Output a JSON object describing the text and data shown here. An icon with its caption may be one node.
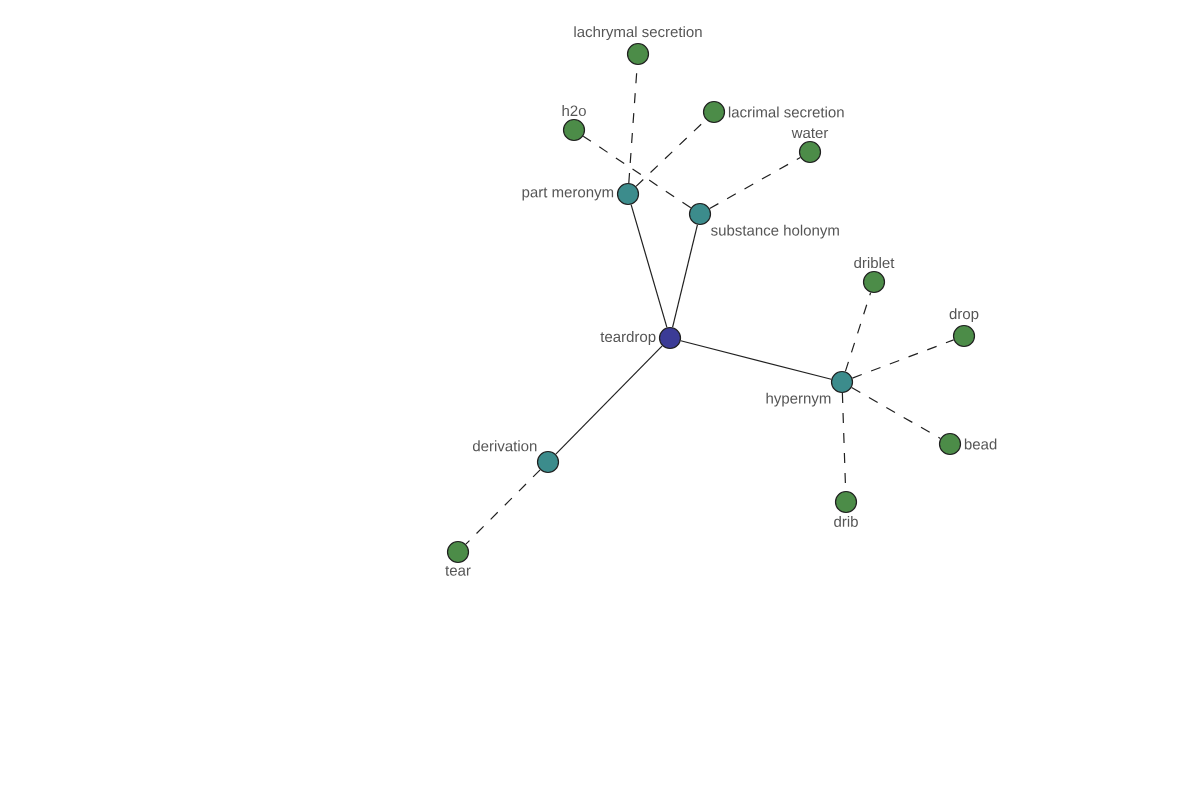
{
  "diagram": {
    "nodes": [
      {
        "text": [
          "teardrop"
        ]
      },
      {
        "text": [
          "part meronym"
        ]
      },
      {
        "text": [
          "substance holonym"
        ]
      },
      {
        "text": [
          "hypernym"
        ]
      },
      {
        "text": [
          "derivation"
        ]
      },
      {
        "text": [
          "lachrymal secretion"
        ]
      },
      {
        "text": [
          "lacrimal secretion"
        ]
      },
      {
        "text": [
          "h2o"
        ]
      },
      {
        "text": [
          "water"
        ]
      },
      {
        "text": [
          "driblet"
        ]
      },
      {
        "text": [
          "drop"
        ]
      },
      {
        "text": [
          "bead"
        ]
      },
      {
        "text": [
          "drib"
        ]
      },
      {
        "text": [
          "tear"
        ]
      }
    ],
    "edges": [
      {
        "from": 0,
        "to": 1,
        "arrow": "none"
      },
      {
        "from": 0,
        "to": 2,
        "arrow": "none"
      },
      {
        "from": 0,
        "to": 3,
        "arrow": "none"
      },
      {
        "from": 0,
        "to": 4,
        "arrow": "none"
      },
      {
        "from": 1,
        "to": 5,
        "arrow": "none",
        "style": "dashed"
      },
      {
        "from": 1,
        "to": 6,
        "arrow": "none",
        "style": "dashed"
      },
      {
        "from": 2,
        "to": 7,
        "arrow": "none",
        "style": "dashed"
      },
      {
        "from": 2,
        "to": 8,
        "arrow": "none",
        "style": "dashed"
      },
      {
        "from": 3,
        "to": 9,
        "arrow": "none",
        "style": "dashed"
      },
      {
        "from": 3,
        "to": 10,
        "arrow": "none",
        "style": "dashed"
      },
      {
        "from": 3,
        "to": 11,
        "arrow": "none",
        "style": "dashed"
      },
      {
        "from": 3,
        "to": 12,
        "arrow": "none",
        "style": "dashed"
      },
      {
        "from": 4,
        "to": 13,
        "arrow": "none",
        "style": "dashed"
      }
    ]
  }
}
